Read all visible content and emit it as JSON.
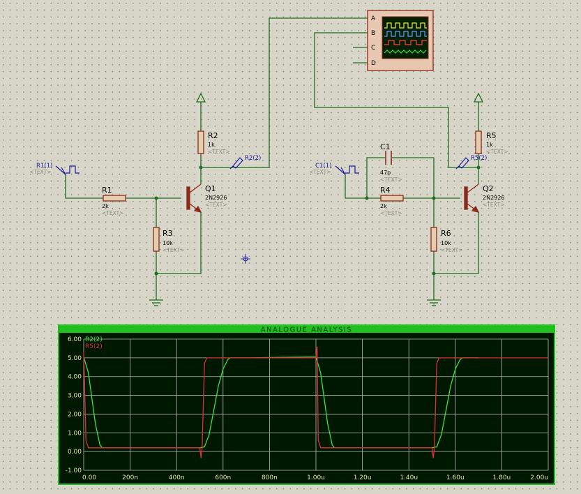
{
  "schematic": {
    "components": {
      "R1": {
        "ref": "R1",
        "value": "2k",
        "text": "<TEXT>"
      },
      "R2": {
        "ref": "R2",
        "value": "1k",
        "text": "<TEXT>"
      },
      "R3": {
        "ref": "R3",
        "value": "10k",
        "text": "<TEXT>"
      },
      "R4": {
        "ref": "R4",
        "value": "2k",
        "text": "<TEXT>"
      },
      "R5": {
        "ref": "R5",
        "value": "1k",
        "text": "<TEXT>"
      },
      "R6": {
        "ref": "R6",
        "value": "10k",
        "text": "<TEXT>"
      },
      "C1": {
        "ref": "C1",
        "value": "47p",
        "text": "<TEXT>"
      },
      "Q1": {
        "ref": "Q1",
        "value": "2N2926",
        "text": "<TEXT>"
      },
      "Q2": {
        "ref": "Q2",
        "value": "2N2926",
        "text": "<TEXT>"
      }
    },
    "probes": {
      "r1_gen": {
        "label": "R1(1)",
        "text": "<TEXT>"
      },
      "c1_gen": {
        "label": "C1(1)",
        "text": "<TEXT>"
      },
      "r2_probe": {
        "label": "R2(2)"
      },
      "r5_probe": {
        "label": "R5(2)"
      }
    },
    "scope_channels": [
      "A",
      "B",
      "C",
      "D"
    ],
    "colors": {
      "wire": "#1e6e1e",
      "component": "#8b2a1a",
      "text": "#000000",
      "probe": "#1a1aa0",
      "body_fill": "#e5cdb0",
      "scope_fill": "#e8c8b0"
    }
  },
  "graph": {
    "title": "ANALOGUE ANALYSIS",
    "colors": {
      "background": "#001800",
      "frame": "#20c020",
      "grid": "#b8b8b8",
      "axis_text": "#e8e8a0",
      "trace_r2": "#40e040",
      "trace_r5": "#e03030"
    },
    "chart_data": {
      "type": "line",
      "title": "ANALOGUE ANALYSIS",
      "xlabel": "",
      "ylabel": "",
      "xlim": [
        0,
        2.0
      ],
      "ylim": [
        -1.0,
        6.0
      ],
      "x_ticks": [
        0,
        0.2,
        0.4,
        0.6,
        0.8,
        1.0,
        1.2,
        1.4,
        1.6,
        1.8,
        2.0
      ],
      "x_tick_labels": [
        "0.00",
        "200n",
        "400n",
        "600n",
        "800n",
        "1.00u",
        "1.20u",
        "1.40u",
        "1.60u",
        "1.80u",
        "2.00u"
      ],
      "y_ticks": [
        -1,
        0,
        1,
        2,
        3,
        4,
        5,
        6
      ],
      "y_tick_labels": [
        "-1.00",
        "0.00",
        "1.00",
        "2.00",
        "3.00",
        "4.00",
        "5.00",
        "6.00"
      ],
      "grid": true,
      "legend": "top-left",
      "series": [
        {
          "name": "R2(2)",
          "x": [
            0.0,
            0.02,
            0.05,
            0.07,
            0.08,
            0.5,
            0.52,
            0.54,
            0.56,
            0.58,
            0.6,
            0.62,
            0.63,
            0.7,
            1.0,
            1.02,
            1.05,
            1.07,
            1.08,
            1.5,
            1.52,
            1.54,
            1.56,
            1.58,
            1.6,
            1.62,
            1.63,
            1.7
          ],
          "y": [
            5.05,
            4.2,
            1.5,
            0.35,
            0.2,
            0.2,
            0.25,
            0.9,
            2.2,
            3.5,
            4.4,
            4.9,
            5.0,
            5.0,
            5.05,
            4.2,
            1.5,
            0.35,
            0.2,
            0.2,
            0.25,
            0.9,
            2.2,
            3.5,
            4.4,
            4.9,
            5.0,
            5.0
          ]
        },
        {
          "name": "R5(2)",
          "x": [
            0.0,
            0.01,
            0.02,
            0.5,
            0.505,
            0.51,
            0.515,
            0.52,
            0.53,
            0.55,
            0.6,
            1.0,
            1.005,
            1.01,
            1.02,
            1.5,
            1.505,
            1.51,
            1.515,
            1.52,
            1.53,
            1.55,
            1.6,
            2.0
          ],
          "y": [
            5.3,
            0.6,
            0.2,
            0.2,
            -0.35,
            0.2,
            2.5,
            4.7,
            5.0,
            5.0,
            5.0,
            5.0,
            5.6,
            0.6,
            0.2,
            0.2,
            -0.35,
            0.2,
            2.5,
            4.7,
            5.0,
            5.0,
            5.0,
            5.0
          ]
        }
      ]
    }
  }
}
